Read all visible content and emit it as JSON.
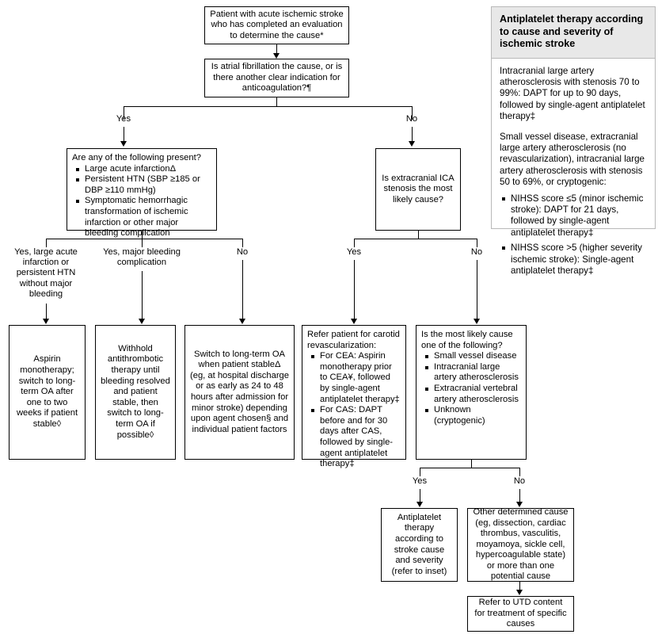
{
  "flowchart": {
    "start": {
      "text": "Patient with acute ischemic stroke who has completed an evaluation to determine the cause*"
    },
    "af_decision": {
      "text": "Is atrial fibrillation the cause, or is there another clear indication for anticoagulation?¶"
    },
    "af_branch": {
      "yes": "Yes",
      "no": "No"
    },
    "following_present": {
      "question": "Are any of the following present?",
      "bullets": [
        "Large acute infarctionΔ",
        "Persistent HTN (SBP ≥185 or DBP ≥110 mmHg)",
        "Symptomatic hemorrhagic transformation of ischemic infarction or other major bleeding complication"
      ]
    },
    "ica_decision": {
      "text": "Is extracranial ICA stenosis the most likely cause?"
    },
    "present_branch": {
      "yes_large": "Yes, large acute infarction or persistent HTN without major bleeding",
      "yes_bleeding": "Yes, major bleeding complication",
      "no": "No"
    },
    "ica_branch": {
      "yes": "Yes",
      "no": "No"
    },
    "outcome_aspirin": {
      "text": "Aspirin monotherapy; switch to long-term OA after one to two weeks if patient stable◊"
    },
    "outcome_withhold": {
      "text": "Withhold antithrombotic therapy until bleeding resolved and patient stable, then switch to long-term OA if possible◊"
    },
    "outcome_switch": {
      "text": "Switch to long-term OA when patient stableΔ (eg, at hospital discharge or as early as 24 to 48 hours after admission for minor stroke) depending upon agent chosen§ and individual patient factors"
    },
    "outcome_revasc": {
      "heading": "Refer patient for carotid revascularization:",
      "bullets": [
        "For CEA: Aspirin monotherapy prior to CEA¥, followed by single-agent antiplatelet therapy‡",
        "For CAS: DAPT before and for 30 days after CAS, followed by single-agent antiplatelet therapy‡"
      ]
    },
    "cause_decision": {
      "question": "Is the most likely cause one of the following?",
      "bullets": [
        "Small vessel disease",
        "Intracranial large artery atherosclerosis",
        "Extracranial vertebral artery atherosclerosis",
        "Unknown (cryptogenic)"
      ]
    },
    "cause_branch": {
      "yes": "Yes",
      "no": "No"
    },
    "outcome_antiplatelet": {
      "text": "Antiplatelet therapy according to stroke cause and severity (refer to inset)"
    },
    "outcome_other_cause": {
      "text": "Other determined cause (eg, dissection, cardiac thrombus, vasculitis, moyamoya, sickle cell, hypercoagulable state) or more than one potential cause"
    },
    "outcome_utd": {
      "text": "Refer to UTD content for treatment of specific causes"
    }
  },
  "inset": {
    "title": "Antiplatelet therapy according to cause and severity of ischemic stroke",
    "para1": "Intracranial large artery atherosclerosis with stenosis 70 to 99%: DAPT for up to 90 days, followed by single-agent antiplatelet therapy‡",
    "para2": "Small vessel disease, extracranial large artery atherosclerosis (no revascularization), intracranial large artery atherosclerosis with stenosis 50 to 69%, or cryptogenic:",
    "bullets": [
      "NIHSS score ≤5 (minor ischemic stroke): DAPT for 21 days, followed by single-agent antiplatelet therapy‡",
      "NIHSS score >5 (higher severity ischemic stroke): Single-agent antiplatelet therapy‡"
    ]
  },
  "colors": {
    "line": "#000000",
    "inset_header_bg": "#e8e8e8",
    "inset_border": "#b8b8b8"
  }
}
